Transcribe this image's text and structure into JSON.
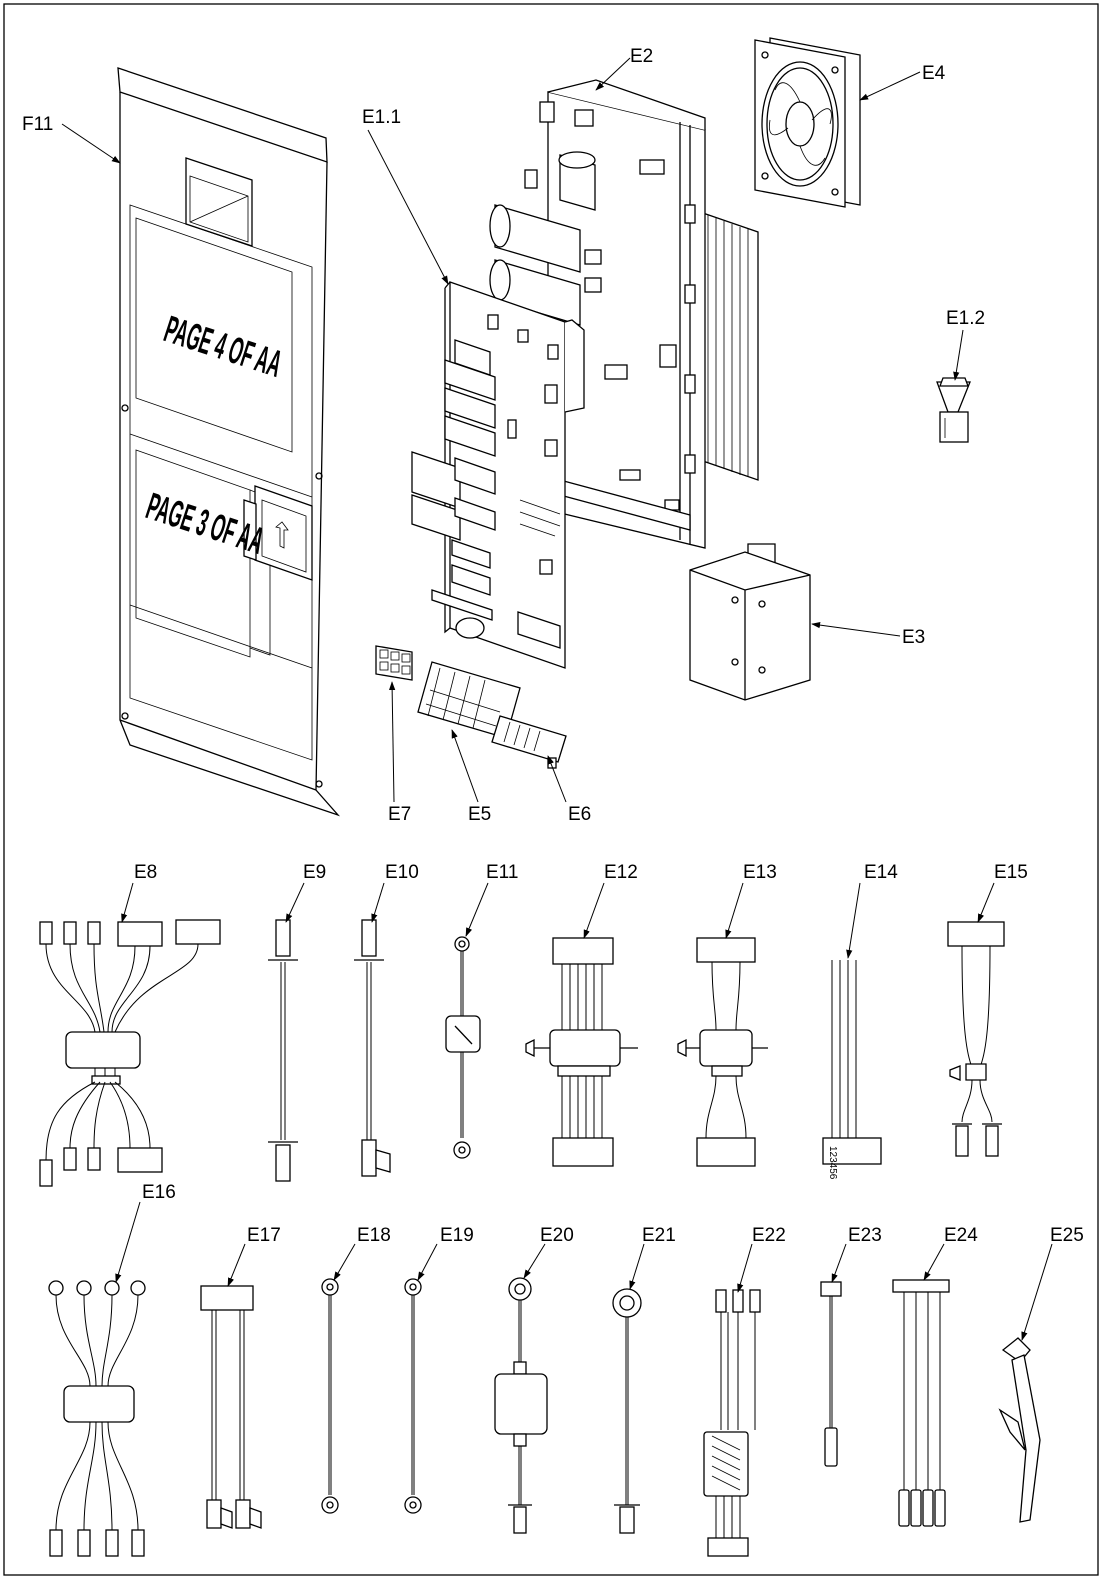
{
  "panel_text": {
    "page_upper": "PAGE 4 OF AA",
    "page_lower": "PAGE 3 OF AA"
  },
  "labels": {
    "F11": "F11",
    "E1_1": "E1.1",
    "E2": "E2",
    "E4": "E4",
    "E1_2": "E1.2",
    "E3": "E3",
    "E7": "E7",
    "E5": "E5",
    "E6": "E6",
    "E8": "E8",
    "E9": "E9",
    "E10": "E10",
    "E11": "E11",
    "E12": "E12",
    "E13": "E13",
    "E14": "E14",
    "E15": "E15",
    "E16": "E16",
    "E17": "E17",
    "E18": "E18",
    "E19": "E19",
    "E20": "E20",
    "E21": "E21",
    "E22": "E22",
    "E23": "E23",
    "E24": "E24",
    "E25": "E25"
  },
  "e14_pin_numbers": "123456"
}
